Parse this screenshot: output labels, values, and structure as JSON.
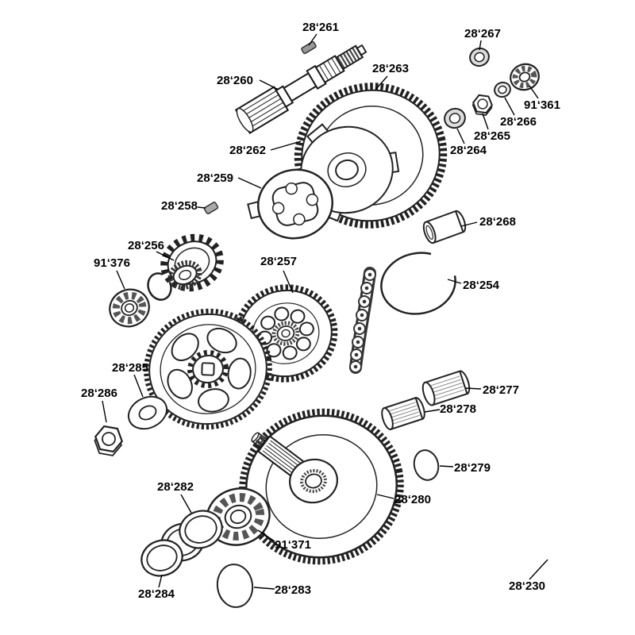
{
  "page": {
    "background": "#ffffff",
    "line_color": "#1a1a1a",
    "shade_color": "#555555"
  },
  "labels": [
    {
      "id": "28261",
      "text": "28‘261"
    },
    {
      "id": "28267",
      "text": "28‘267"
    },
    {
      "id": "28260",
      "text": "28‘260"
    },
    {
      "id": "28263",
      "text": "28‘263"
    },
    {
      "id": "91361",
      "text": "91‘361"
    },
    {
      "id": "28266",
      "text": "28‘266"
    },
    {
      "id": "28265",
      "text": "28‘265"
    },
    {
      "id": "28264",
      "text": "28‘264"
    },
    {
      "id": "28262",
      "text": "28‘262"
    },
    {
      "id": "28259",
      "text": "28‘259"
    },
    {
      "id": "28258",
      "text": "28‘258"
    },
    {
      "id": "28268",
      "text": "28‘268"
    },
    {
      "id": "28256",
      "text": "28‘256"
    },
    {
      "id": "91376",
      "text": "91‘376"
    },
    {
      "id": "28257",
      "text": "28‘257"
    },
    {
      "id": "28254",
      "text": "28‘254"
    },
    {
      "id": "28285",
      "text": "28‘285"
    },
    {
      "id": "28286",
      "text": "28‘286"
    },
    {
      "id": "28277",
      "text": "28‘277"
    },
    {
      "id": "28278",
      "text": "28‘278"
    },
    {
      "id": "28279",
      "text": "28‘279"
    },
    {
      "id": "28280",
      "text": "28‘280"
    },
    {
      "id": "28282",
      "text": "28‘282"
    },
    {
      "id": "91371",
      "text": "91‘371"
    },
    {
      "id": "28284",
      "text": "28‘284"
    },
    {
      "id": "28283",
      "text": "28‘283"
    },
    {
      "id": "28230",
      "text": "28‘230"
    }
  ]
}
